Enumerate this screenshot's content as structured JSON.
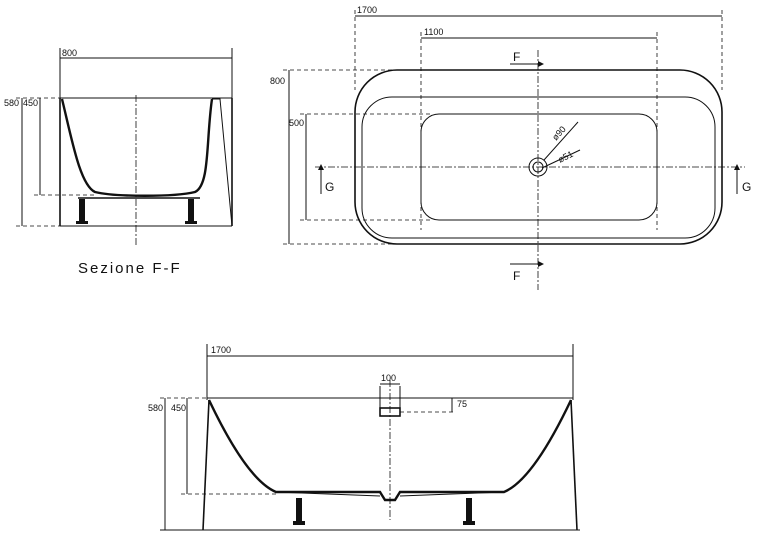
{
  "section_view": {
    "caption": "Sezione F-F",
    "width_label": "800",
    "height_total_label": "580",
    "height_inner_label": "450"
  },
  "plan_view": {
    "length_label": "1700",
    "inner_length_label": "1100",
    "width_label": "800",
    "inner_width_label": "500",
    "drain_outer_label": "ø90",
    "drain_inner_label": "ø51",
    "section_f_label": "F",
    "section_g_label": "G"
  },
  "front_view": {
    "length_label": "1700",
    "height_total_label": "580",
    "height_inner_label": "450",
    "overflow_width_label": "100",
    "overflow_height_label": "75"
  }
}
